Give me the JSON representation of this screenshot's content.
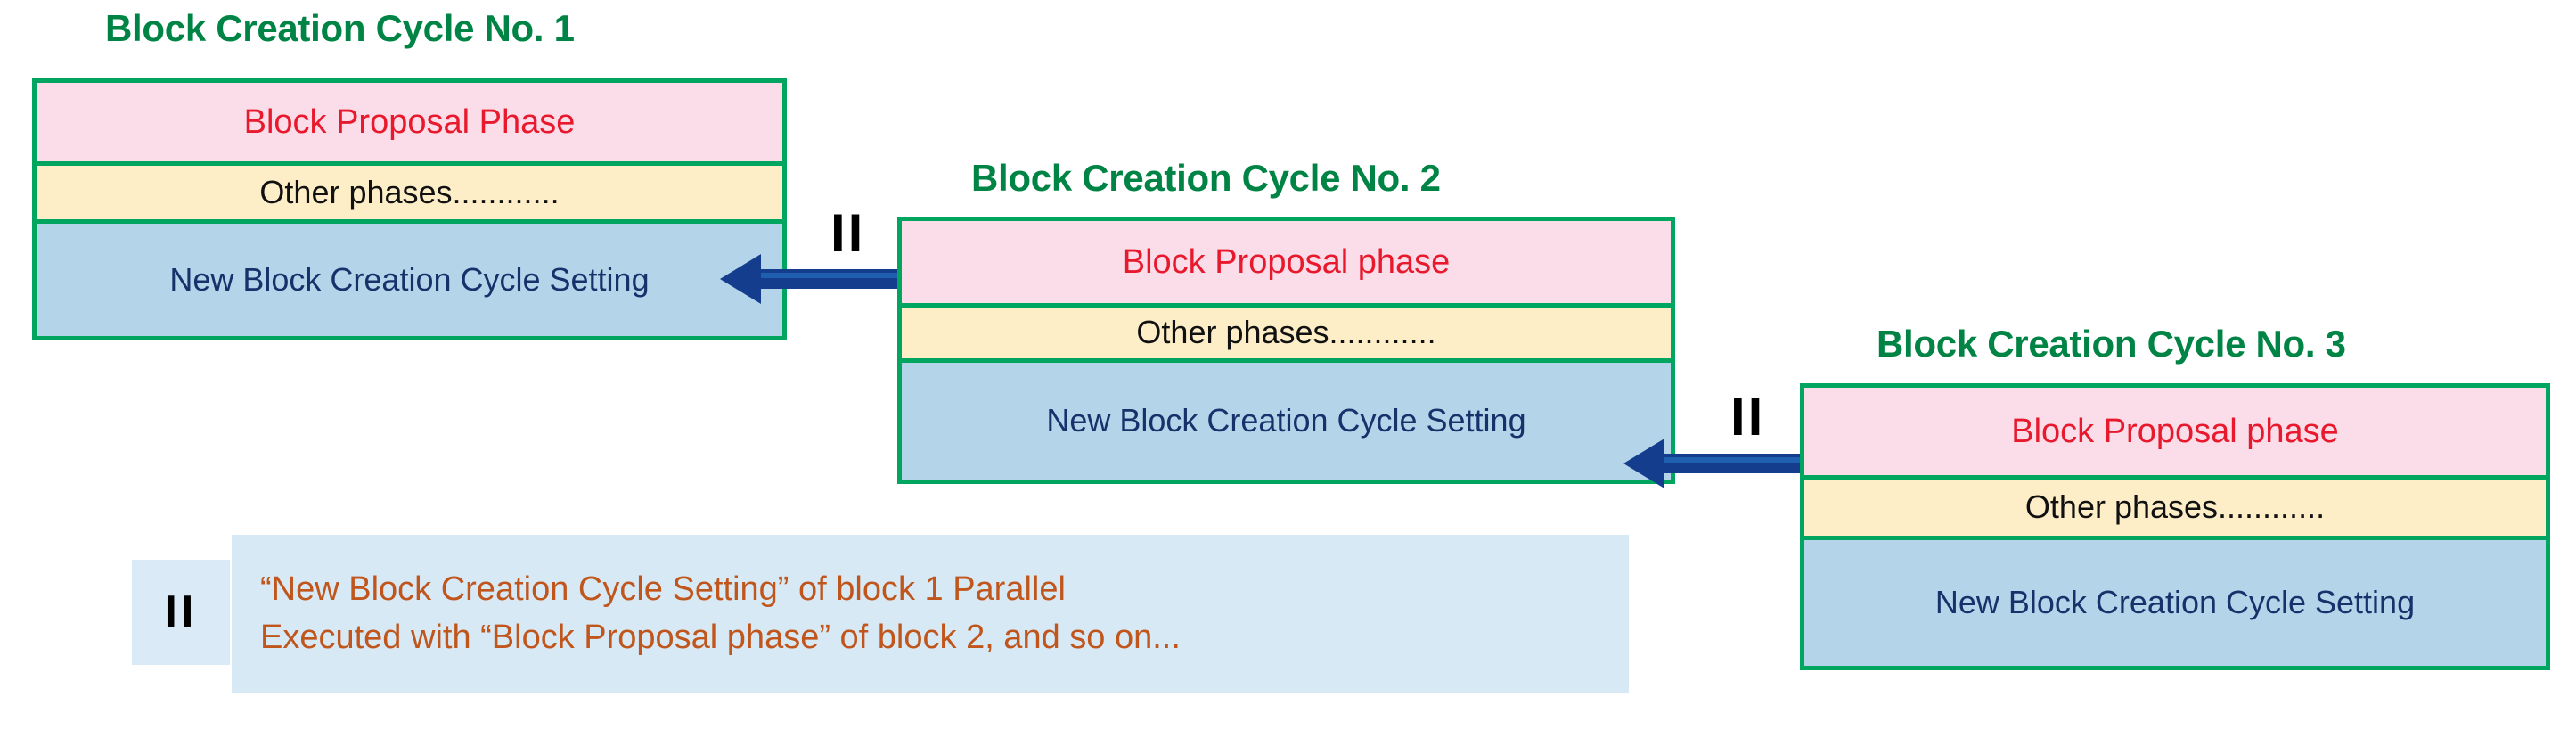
{
  "diagram": {
    "title_color": "#008445",
    "border_color": "#00a560",
    "arrow_color": "#143d8d",
    "cycles": [
      {
        "title": "Block Creation Cycle No. 1",
        "phases": [
          {
            "label": "Block Proposal Phase",
            "color": "#fbdce9",
            "text_color": "#e8192c"
          },
          {
            "label": "Other phases............",
            "color": "#fdeec8",
            "text_color": "#111111"
          },
          {
            "label": "New Block  Creation Cycle Setting",
            "color": "#b4d4ea",
            "text_color": "#16326b"
          }
        ]
      },
      {
        "title": "Block Creation Cycle No. 2",
        "phases": [
          {
            "label": "Block Proposal phase",
            "color": "#fbdce9",
            "text_color": "#e8192c"
          },
          {
            "label": "Other phases............",
            "color": "#fdeec8",
            "text_color": "#111111"
          },
          {
            "label": "New Block  Creation Cycle Setting",
            "color": "#b4d4ea",
            "text_color": "#16326b"
          }
        ]
      },
      {
        "title": "Block Creation Cycle No. 3",
        "phases": [
          {
            "label": "Block Proposal phase",
            "color": "#fbdce9",
            "text_color": "#e8192c"
          },
          {
            "label": "Other phases............",
            "color": "#fdeec8",
            "text_color": "#111111"
          },
          {
            "label": "New Block  Creation Cycle Setting",
            "color": "#b4d4ea",
            "text_color": "#16326b"
          }
        ]
      }
    ],
    "connectors": [
      {
        "symbol": "II",
        "from": "Block Creation Cycle No. 1",
        "to": "Block Creation Cycle No. 2"
      },
      {
        "symbol": "II",
        "from": "Block Creation Cycle No. 2",
        "to": "Block Creation Cycle No. 3"
      }
    ],
    "legend": {
      "symbol": "II",
      "line1": "“New Block  Creation Cycle Setting” of block 1 Parallel",
      "line2": "Executed with “Block Proposal phase” of block 2, and so on...",
      "background": "#d8e9f6",
      "text_color": "#c0561c"
    }
  }
}
